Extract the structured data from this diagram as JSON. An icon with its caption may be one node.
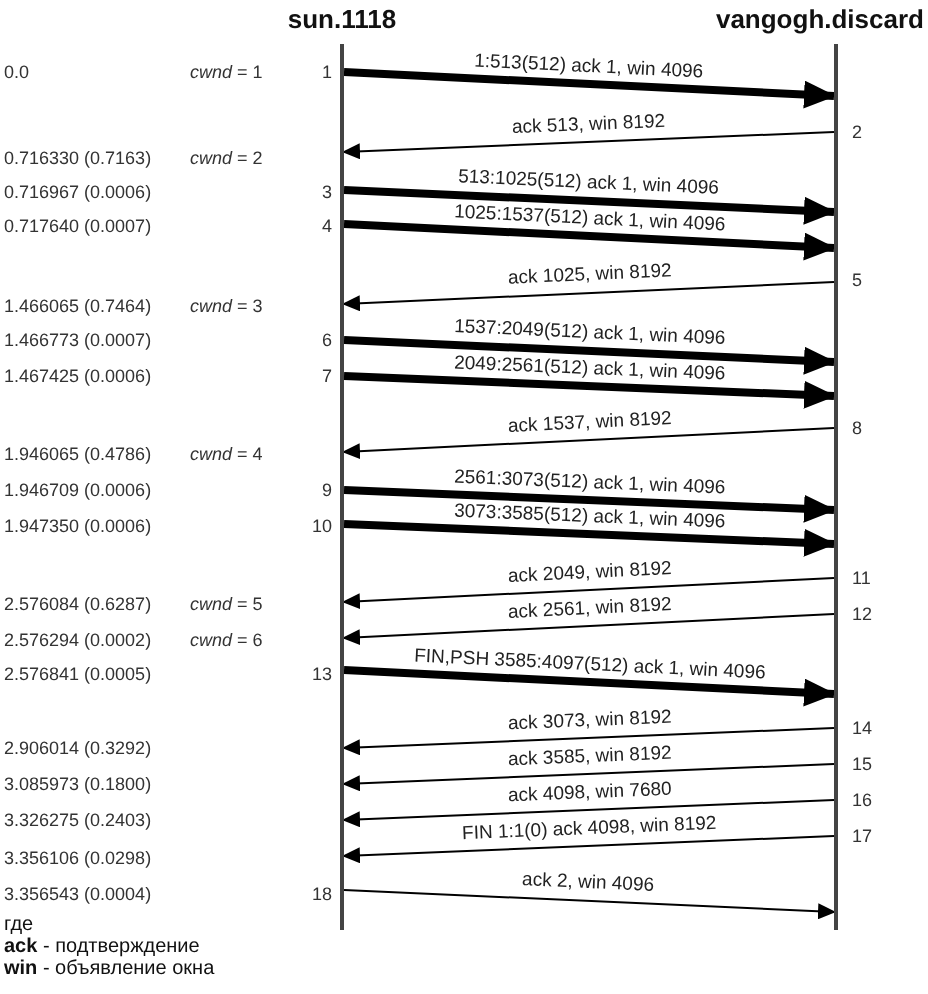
{
  "diagram": {
    "nodes": [
      {
        "text": [
          "sun.1118"
        ]
      },
      {
        "text": [
          "vangogh.discard"
        ]
      }
    ],
    "edges": [
      {
        "from": 0,
        "to": 1,
        "arrow": "to",
        "label": "1:513(512) ack 1, win 4096",
        "style": "thick"
      },
      {
        "from": 1,
        "to": 0,
        "arrow": "to",
        "label": "ack 513, win 8192"
      },
      {
        "from": 0,
        "to": 1,
        "arrow": "to",
        "label": "513:1025(512) ack 1, win 4096",
        "style": "thick"
      },
      {
        "from": 0,
        "to": 1,
        "arrow": "to",
        "label": "1025:1537(512) ack 1, win 4096",
        "style": "thick"
      },
      {
        "from": 1,
        "to": 0,
        "arrow": "to",
        "label": "ack 1025, win 8192"
      },
      {
        "from": 0,
        "to": 1,
        "arrow": "to",
        "label": "1537:2049(512) ack 1, win 4096",
        "style": "thick"
      },
      {
        "from": 0,
        "to": 1,
        "arrow": "to",
        "label": "2049:2561(512) ack 1, win 4096",
        "style": "thick"
      },
      {
        "from": 1,
        "to": 0,
        "arrow": "to",
        "label": "ack 1537, win 8192"
      },
      {
        "from": 0,
        "to": 1,
        "arrow": "to",
        "label": "2561:3073(512) ack 1, win 4096",
        "style": "thick"
      },
      {
        "from": 0,
        "to": 1,
        "arrow": "to",
        "label": "3073:3585(512) ack 1, win 4096",
        "style": "thick"
      },
      {
        "from": 1,
        "to": 0,
        "arrow": "to",
        "label": "ack 2049, win 8192"
      },
      {
        "from": 1,
        "to": 0,
        "arrow": "to",
        "label": "ack 2561, win 8192"
      },
      {
        "from": 0,
        "to": 1,
        "arrow": "to",
        "label": "FIN,PSH 3585:4097(512) ack 1, win 4096",
        "style": "thick"
      },
      {
        "from": 1,
        "to": 0,
        "arrow": "to",
        "label": "ack 3073, win 8192"
      },
      {
        "from": 1,
        "to": 0,
        "arrow": "to",
        "label": "ack 3585, win 8192"
      },
      {
        "from": 1,
        "to": 0,
        "arrow": "to",
        "label": "ack 4098, win 7680"
      },
      {
        "from": 1,
        "to": 0,
        "arrow": "to",
        "label": "FIN 1:1(0) ack 4098, win 8192"
      },
      {
        "from": 0,
        "to": 1,
        "arrow": "to",
        "label": "ack 2, win 4096"
      }
    ],
    "labels": [
      "0.0",
      "*cwnd* = 1",
      "1",
      "2",
      "0.716330 (0.7163)",
      "*cwnd* = 2",
      "0.716967 (0.0006)",
      "3",
      "0.717640 (0.0007)",
      "4",
      "5",
      "1.466065 (0.7464)",
      "*cwnd* = 3",
      "1.466773 (0.0007)",
      "6",
      "1.467425 (0.0006)",
      "7",
      "8",
      "1.946065 (0.4786)",
      "*cwnd* = 4",
      "1.946709 (0.0006)",
      "9",
      "1.947350 (0.0006)",
      "10",
      "11",
      "2.576084 (0.6287)",
      "*cwnd* = 5",
      "12",
      "2.576294 (0.0002)",
      "*cwnd* = 6",
      "2.576841 (0.0005)",
      "13",
      "14",
      "2.906014 (0.3292)",
      "15",
      "3.085973 (0.1800)",
      "16",
      "3.326275 (0.2403)",
      "17",
      "3.356106 (0.0298)",
      "3.356543 (0.0004)",
      "18",
      "где",
      "**ack** - подтверждение",
      "**win** - объявление окна"
    ]
  }
}
